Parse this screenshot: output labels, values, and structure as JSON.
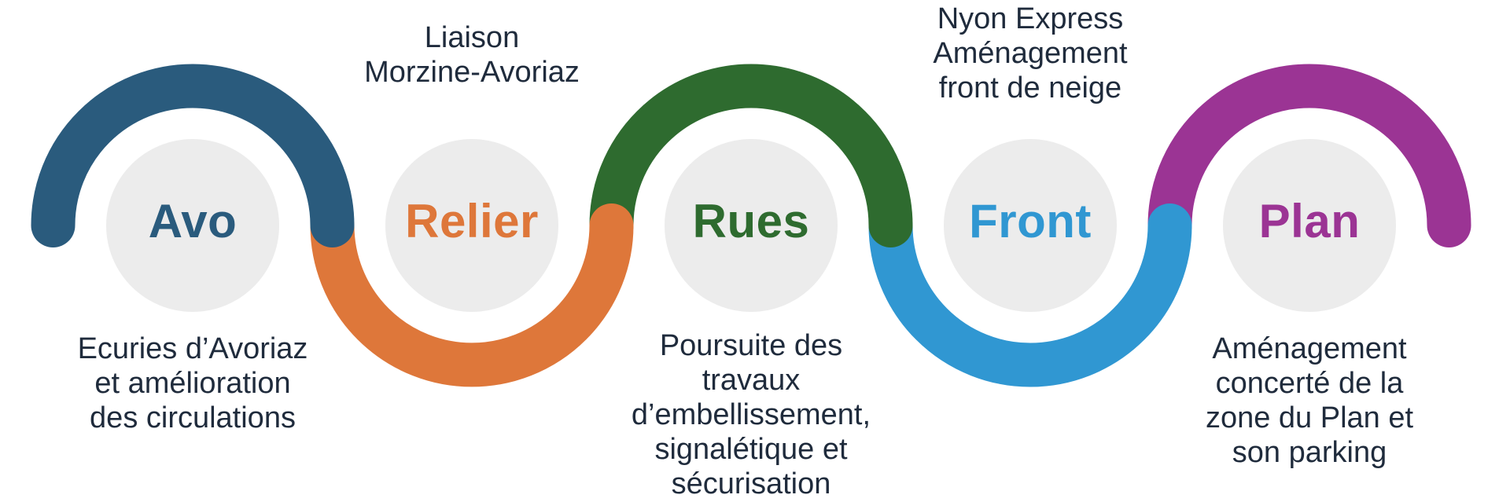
{
  "diagram": {
    "background_color": "#ffffff",
    "annotation_text_color": "#1f2b3c",
    "circle_color": "#ececec"
  },
  "nodes": [
    {
      "label": "Avo",
      "color": "#2a5b7d",
      "annotation": "Ecuries d’Avoriaz\net amélioration\ndes circulations",
      "annotation_position": "below"
    },
    {
      "label": "Relier",
      "color": "#de773a",
      "annotation": "Liaison\nMorzine-Avoriaz",
      "annotation_position": "above"
    },
    {
      "label": "Rues",
      "color": "#2e6b2f",
      "annotation": "Poursuite des\ntravaux\nd’embellissement,\nsignalétique et\nsécurisation",
      "annotation_position": "below"
    },
    {
      "label": "Front",
      "color": "#3097d2",
      "annotation": "Nyon Express\nAménagement\nfront de neige",
      "annotation_position": "above"
    },
    {
      "label": "Plan",
      "color": "#9b3494",
      "annotation": "Aménagement\nconcerté de la\nzone du Plan et\nson parking",
      "annotation_position": "below"
    }
  ]
}
